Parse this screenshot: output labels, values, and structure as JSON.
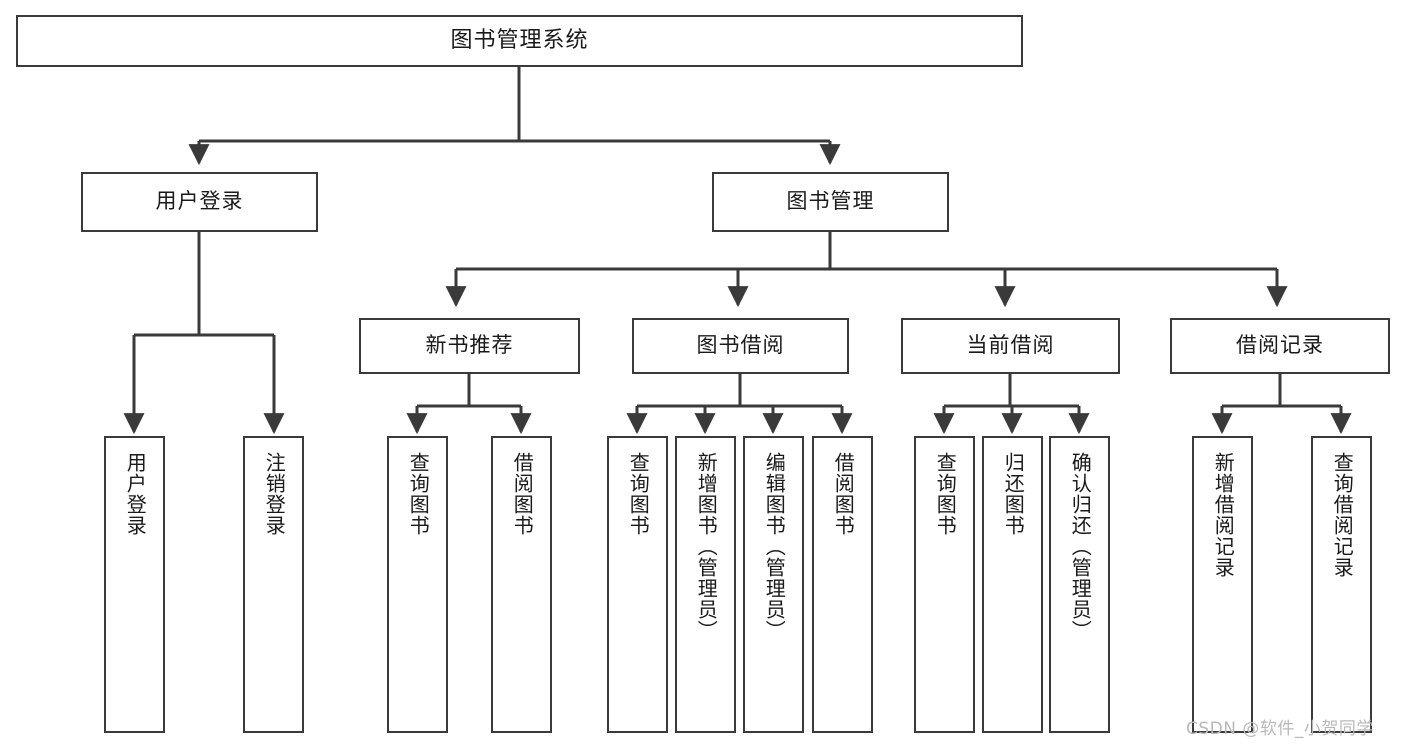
{
  "diagram": {
    "type": "tree-hierarchy",
    "title": "图书管理系统",
    "watermark": "CSDN @软件_小贺同学",
    "colors": {
      "border": "#3a3a3a",
      "background": "#ffffff",
      "text": "#1a1a1a",
      "watermark": "#b9b9b9"
    },
    "nodes": {
      "root": {
        "label": "图书管理系统",
        "level": 0
      },
      "user_login": {
        "label": "用户登录",
        "level": 1
      },
      "book_manage": {
        "label": "图书管理",
        "level": 1
      },
      "new_book_rec": {
        "label": "新书推荐",
        "level": 2
      },
      "book_borrow": {
        "label": "图书借阅",
        "level": 2
      },
      "current_borrow": {
        "label": "当前借阅",
        "level": 2
      },
      "borrow_record": {
        "label": "借阅记录",
        "level": 2
      },
      "leaf_user_login": {
        "label": "用户登录",
        "level": 3
      },
      "leaf_logout": {
        "label": "注销登录",
        "level": 3
      },
      "leaf_query_book_1": {
        "label": "查询图书",
        "level": 3
      },
      "leaf_borrow_book_1": {
        "label": "借阅图书",
        "level": 3
      },
      "leaf_query_book_2": {
        "label": "查询图书",
        "level": 3
      },
      "leaf_add_book": {
        "label": "新增图书（管理员）",
        "level": 3
      },
      "leaf_edit_book": {
        "label": "编辑图书（管理员）",
        "level": 3
      },
      "leaf_borrow_book_2": {
        "label": "借阅图书",
        "level": 3
      },
      "leaf_query_book_3": {
        "label": "查询图书",
        "level": 3
      },
      "leaf_return_book": {
        "label": "归还图书",
        "level": 3
      },
      "leaf_confirm_return": {
        "label": "确认归还（管理员）",
        "level": 3
      },
      "leaf_add_record": {
        "label": "新增借阅记录",
        "level": 3
      },
      "leaf_query_record": {
        "label": "查询借阅记录",
        "level": 3
      }
    },
    "edges": [
      {
        "from": "root",
        "to": "user_login"
      },
      {
        "from": "root",
        "to": "book_manage"
      },
      {
        "from": "book_manage",
        "to": "new_book_rec"
      },
      {
        "from": "book_manage",
        "to": "book_borrow"
      },
      {
        "from": "book_manage",
        "to": "current_borrow"
      },
      {
        "from": "book_manage",
        "to": "borrow_record"
      },
      {
        "from": "user_login",
        "to": "leaf_user_login"
      },
      {
        "from": "user_login",
        "to": "leaf_logout"
      },
      {
        "from": "new_book_rec",
        "to": "leaf_query_book_1"
      },
      {
        "from": "new_book_rec",
        "to": "leaf_borrow_book_1"
      },
      {
        "from": "book_borrow",
        "to": "leaf_query_book_2"
      },
      {
        "from": "book_borrow",
        "to": "leaf_add_book"
      },
      {
        "from": "book_borrow",
        "to": "leaf_edit_book"
      },
      {
        "from": "book_borrow",
        "to": "leaf_borrow_book_2"
      },
      {
        "from": "current_borrow",
        "to": "leaf_query_book_3"
      },
      {
        "from": "current_borrow",
        "to": "leaf_return_book"
      },
      {
        "from": "current_borrow",
        "to": "leaf_confirm_return"
      },
      {
        "from": "borrow_record",
        "to": "leaf_add_record"
      },
      {
        "from": "borrow_record",
        "to": "leaf_query_record"
      }
    ]
  }
}
